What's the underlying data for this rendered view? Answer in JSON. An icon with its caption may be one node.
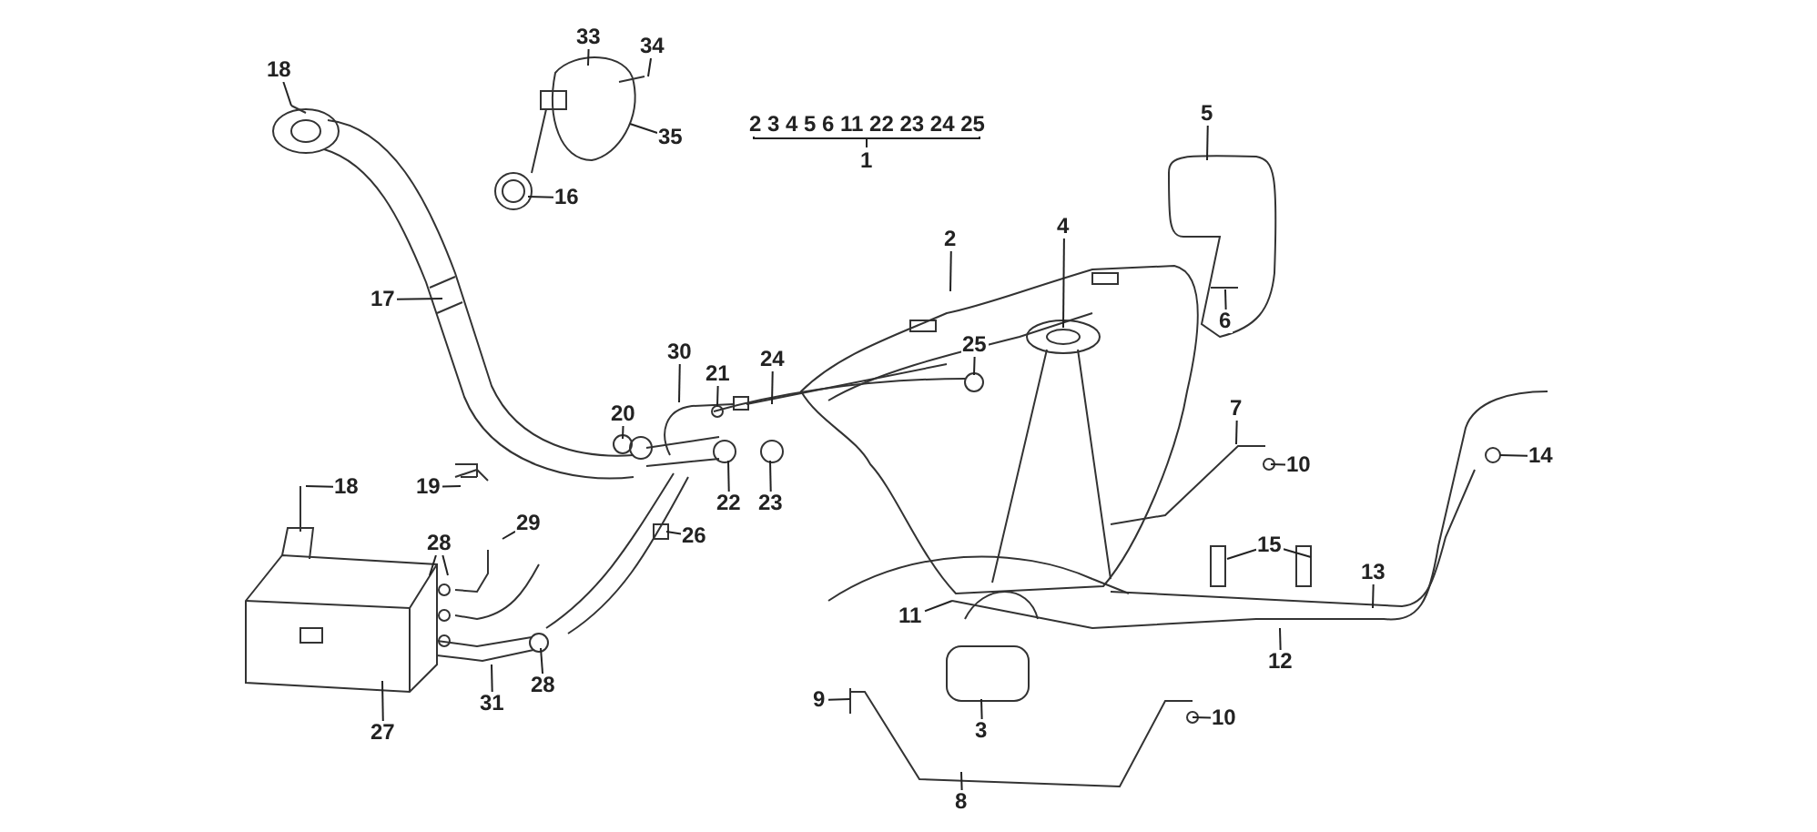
{
  "diagram": {
    "nodes": [
      {
        "text": [
          "18"
        ]
      },
      {
        "text": [
          "33"
        ]
      },
      {
        "text": [
          "34"
        ]
      },
      {
        "text": [
          "35"
        ]
      },
      {
        "text": [
          "16"
        ]
      },
      {
        "text": [
          "5"
        ]
      },
      {
        "text": [
          "2"
        ]
      },
      {
        "text": [
          "4"
        ]
      },
      {
        "text": [
          "6"
        ]
      },
      {
        "text": [
          "17"
        ]
      },
      {
        "text": [
          "25"
        ]
      },
      {
        "text": [
          "30"
        ]
      },
      {
        "text": [
          "21"
        ]
      },
      {
        "text": [
          "24"
        ]
      },
      {
        "text": [
          "20"
        ]
      },
      {
        "text": [
          "22"
        ]
      },
      {
        "text": [
          "23"
        ]
      },
      {
        "text": [
          "19"
        ]
      },
      {
        "text": [
          "18"
        ]
      },
      {
        "text": [
          "29"
        ]
      },
      {
        "text": [
          "28"
        ]
      },
      {
        "text": [
          "26"
        ]
      },
      {
        "text": [
          "7"
        ]
      },
      {
        "text": [
          "10"
        ]
      },
      {
        "text": [
          "14"
        ]
      },
      {
        "text": [
          "15"
        ]
      },
      {
        "text": [
          "13"
        ]
      },
      {
        "text": [
          "11"
        ]
      },
      {
        "text": [
          "12"
        ]
      },
      {
        "text": [
          "28"
        ]
      },
      {
        "text": [
          "31"
        ]
      },
      {
        "text": [
          "27"
        ]
      },
      {
        "text": [
          "9"
        ]
      },
      {
        "text": [
          "3"
        ]
      },
      {
        "text": [
          "10"
        ]
      },
      {
        "text": [
          "8"
        ]
      }
    ],
    "edges": [
      {
        "from": 0,
        "to": null,
        "arrow": "none"
      },
      {
        "from": 1,
        "to": null,
        "arrow": "none"
      },
      {
        "from": 2,
        "to": null,
        "arrow": "none"
      },
      {
        "from": 3,
        "to": null,
        "arrow": "none"
      },
      {
        "from": 4,
        "to": null,
        "arrow": "none"
      },
      {
        "from": 5,
        "to": null,
        "arrow": "none"
      },
      {
        "from": 6,
        "to": null,
        "arrow": "none"
      },
      {
        "from": 7,
        "to": null,
        "arrow": "none"
      },
      {
        "from": 8,
        "to": null,
        "arrow": "none"
      },
      {
        "from": 9,
        "to": null,
        "arrow": "none"
      },
      {
        "from": 10,
        "to": null,
        "arrow": "none"
      },
      {
        "from": 11,
        "to": null,
        "arrow": "none"
      },
      {
        "from": 12,
        "to": null,
        "arrow": "none"
      },
      {
        "from": 13,
        "to": null,
        "arrow": "none"
      },
      {
        "from": 14,
        "to": null,
        "arrow": "none"
      },
      {
        "from": 15,
        "to": null,
        "arrow": "none"
      },
      {
        "from": 16,
        "to": null,
        "arrow": "none"
      },
      {
        "from": 17,
        "to": null,
        "arrow": "none"
      },
      {
        "from": 18,
        "to": null,
        "arrow": "none"
      },
      {
        "from": 19,
        "to": null,
        "arrow": "none"
      },
      {
        "from": 20,
        "to": null,
        "arrow": "none"
      },
      {
        "from": 20,
        "to": null,
        "arrow": "none"
      },
      {
        "from": 21,
        "to": null,
        "arrow": "none"
      },
      {
        "from": 22,
        "to": null,
        "arrow": "none"
      },
      {
        "from": 23,
        "to": null,
        "arrow": "none"
      },
      {
        "from": 24,
        "to": null,
        "arrow": "none"
      },
      {
        "from": 25,
        "to": null,
        "arrow": "none"
      },
      {
        "from": 25,
        "to": null,
        "arrow": "none"
      },
      {
        "from": 26,
        "to": null,
        "arrow": "none"
      },
      {
        "from": 27,
        "to": null,
        "arrow": "none"
      },
      {
        "from": 28,
        "to": null,
        "arrow": "none"
      },
      {
        "from": 29,
        "to": null,
        "arrow": "none"
      },
      {
        "from": 30,
        "to": null,
        "arrow": "none"
      },
      {
        "from": 31,
        "to": null,
        "arrow": "none"
      },
      {
        "from": 32,
        "to": null,
        "arrow": "none"
      },
      {
        "from": 33,
        "to": null,
        "arrow": "none"
      },
      {
        "from": 34,
        "to": null,
        "arrow": "none"
      },
      {
        "from": 35,
        "to": null,
        "arrow": "none"
      }
    ],
    "labels": [
      "2 3 4 5 6 11 22 23 24 25",
      "1"
    ]
  }
}
